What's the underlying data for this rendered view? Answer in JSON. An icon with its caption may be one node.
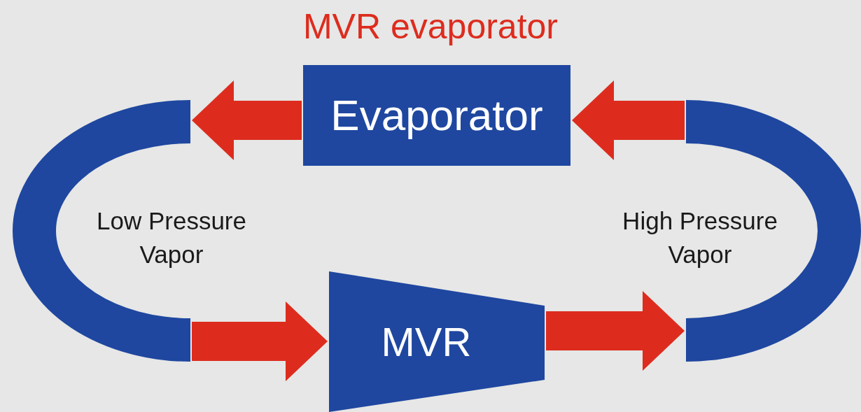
{
  "diagram": {
    "title": "MVR evaporator",
    "nodes": [
      {
        "text": [
          "Evaporator"
        ]
      },
      {
        "text": [],
        "shape": "bar"
      },
      {
        "text": [],
        "shape": "bar"
      },
      {
        "text": [
          "MVR"
        ]
      }
    ],
    "edges": [
      {
        "from": 0,
        "to": 1,
        "arrow": "to"
      },
      {
        "from": 1,
        "to": 3,
        "arrow": "to"
      },
      {
        "from": 3,
        "to": 2,
        "arrow": "to"
      },
      {
        "from": 2,
        "to": 0,
        "arrow": "to"
      }
    ],
    "labels": [
      "Low Pressure Vapor",
      "High Pressure Vapor"
    ]
  }
}
